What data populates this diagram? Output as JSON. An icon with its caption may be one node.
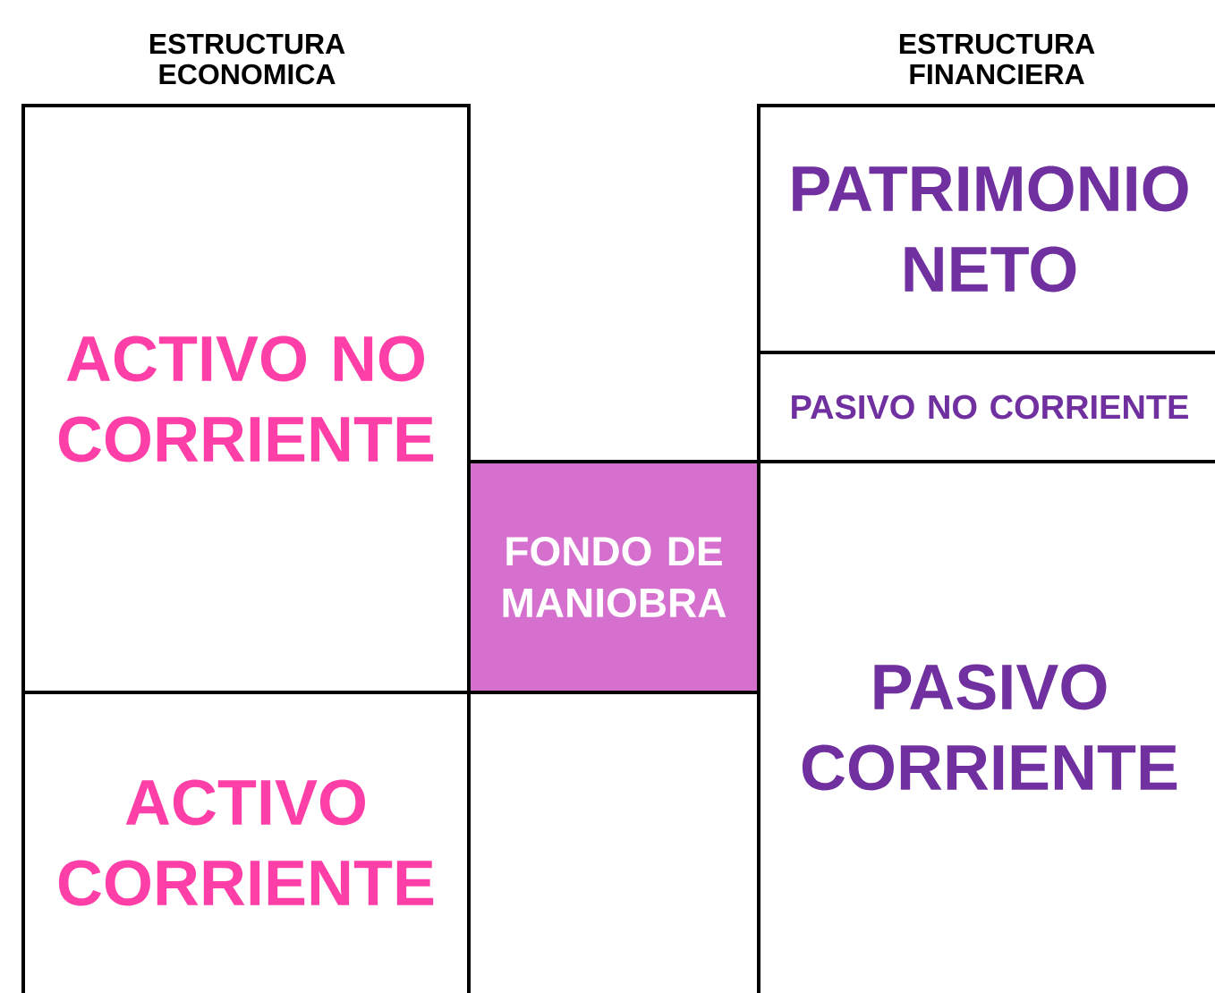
{
  "diagram": {
    "nodes": [
      {
        "text": [
          "ACTIVO NO CORRIENTE"
        ]
      },
      {
        "text": [
          "ACTIVO CORRIENTE"
        ]
      },
      {
        "text": [
          "FONDO DE MANIOBRA"
        ]
      },
      {
        "text": [
          "PATRIMONIO NETO"
        ]
      },
      {
        "text": [
          "PASIVO NO CORRIENTE"
        ]
      },
      {
        "text": [
          "PASIVO CORRIENTE"
        ]
      }
    ],
    "labels": [
      "ESTRUCTURA ECONOMICA",
      "ESTRUCTURA FINANCIERA"
    ]
  }
}
